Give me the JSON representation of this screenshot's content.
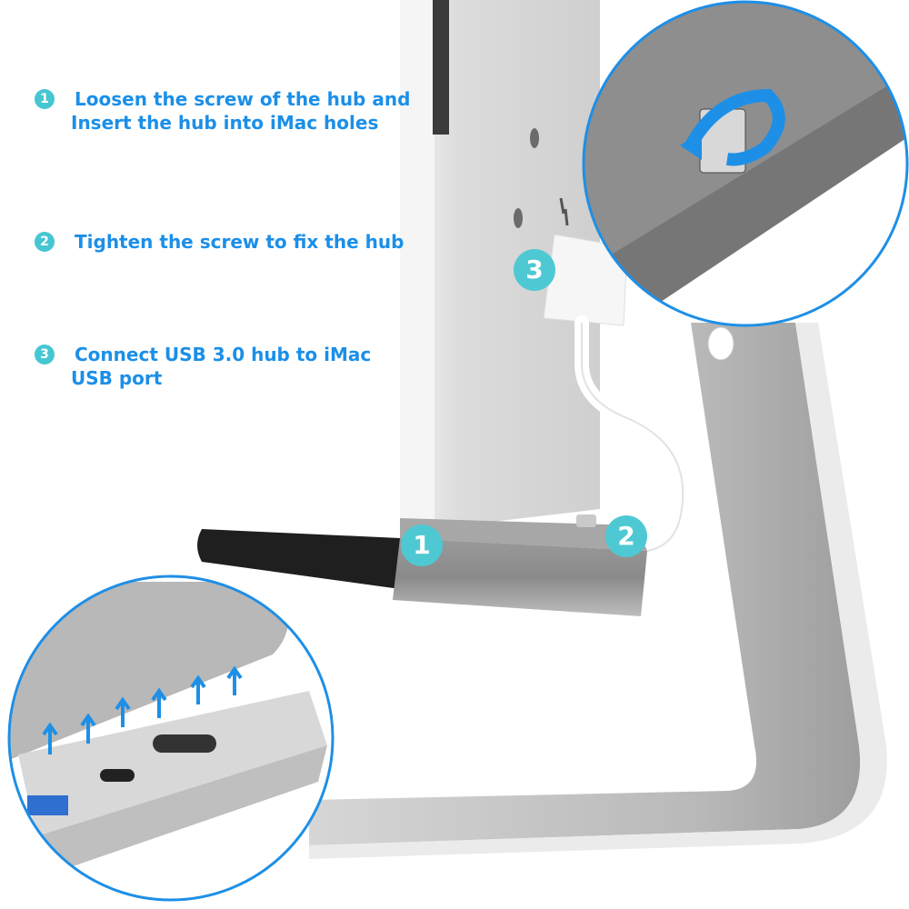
{
  "steps": [
    {
      "number": "1",
      "lines": [
        "Loosen the screw of the hub and",
        "Insert the hub into iMac holes"
      ]
    },
    {
      "number": "2",
      "lines": [
        "Tighten the screw to fix the hub"
      ]
    },
    {
      "number": "3",
      "lines": [
        "Connect USB 3.0 hub to iMac",
        "USB port"
      ]
    }
  ],
  "badges": {
    "hub_screw": "1",
    "cable_port": "2",
    "usb_plug": "3"
  },
  "colors": {
    "text_blue": "#1b8fe8",
    "badge_teal": "#4ec9d3",
    "circle_outline": "#1e8fe6",
    "arrow_blue": "#1e8fe6"
  }
}
